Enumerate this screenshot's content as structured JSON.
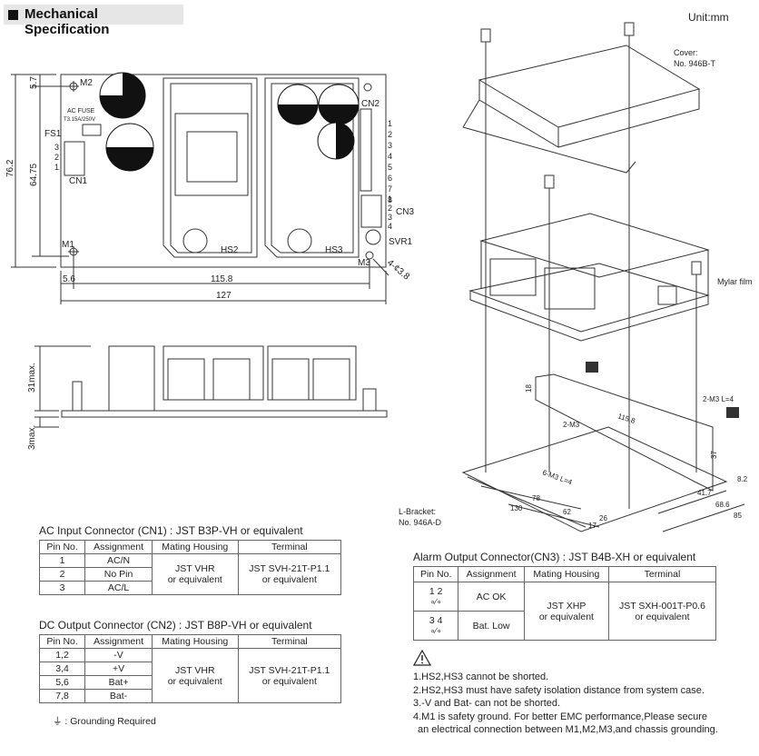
{
  "header": {
    "title": "Mechanical Specification",
    "unit": "Unit:mm"
  },
  "top_view": {
    "dims": {
      "h1": "5.7",
      "h2": "76.2",
      "h3": "64.75",
      "w1": "5.6",
      "w2": "115.8",
      "w3": "127",
      "hole": "4-¢3.8"
    },
    "labels": {
      "m2": "M2",
      "fuse1": "AC FUSE",
      "fuse2": "T3.15A/250V",
      "fs1": "FS1",
      "cn1": "CN1",
      "cn1_pins": [
        "3",
        "2",
        "1"
      ],
      "m1": "M1",
      "hs2": "HS2",
      "hs3": "HS3",
      "cn2": "CN2",
      "cn2_pins": [
        "1",
        "2",
        "3",
        "4",
        "5",
        "6",
        "7",
        "8"
      ],
      "cn3": "CN3",
      "cn3_pins": [
        "1",
        "2",
        "3",
        "4"
      ],
      "svr1": "SVR1",
      "m3": "M3"
    }
  },
  "side_view": {
    "h1": "31max.",
    "h2": "3max."
  },
  "exploded": {
    "cover": "Cover:",
    "cover_no": "No. 946B-T",
    "mylar": "Mylar film",
    "lbracket": "L-Bracket:",
    "lbracket_no": "No. 946A-D",
    "dims": {
      "d18": "18",
      "d115": "115.8",
      "m3a": "2-M3",
      "m3b": "2-M3 L=4",
      "d37": "37",
      "d8_2": "8.2",
      "d41_7": "41.7",
      "d68_6": "68.6",
      "d85": "85",
      "m3c": "6-M3 L=4",
      "d78": "78",
      "d130": "130",
      "d62": "62",
      "d26": "26",
      "d17": "17"
    }
  },
  "cn1": {
    "caption": "AC Input Connector (CN1) : JST B3P-VH or equivalent",
    "headers": [
      "Pin No.",
      "Assignment",
      "Mating Housing",
      "Terminal"
    ],
    "rows": [
      {
        "pin": "1",
        "assign": "AC/N"
      },
      {
        "pin": "2",
        "assign": "No Pin"
      },
      {
        "pin": "3",
        "assign": "AC/L"
      }
    ],
    "housing": [
      "JST VHR",
      "or equivalent"
    ],
    "terminal": [
      "JST SVH-21T-P1.1",
      "or equivalent"
    ]
  },
  "cn2": {
    "caption": "DC Output Connector (CN2) : JST B8P-VH or equivalent",
    "headers": [
      "Pin No.",
      "Assignment",
      "Mating Housing",
      "Terminal"
    ],
    "rows": [
      {
        "pin": "1,2",
        "assign": "-V"
      },
      {
        "pin": "3,4",
        "assign": "+V"
      },
      {
        "pin": "5,6",
        "assign": "Bat+"
      },
      {
        "pin": "7,8",
        "assign": "Bat-"
      }
    ],
    "housing": [
      "JST VHR",
      "or equivalent"
    ],
    "terminal": [
      "JST SVH-21T-P1.1",
      "or equivalent"
    ]
  },
  "cn3": {
    "caption": "Alarm Output Connector(CN3) : JST B4B-XH or equivalent",
    "headers": [
      "Pin No.",
      "Assignment",
      "Mating Housing",
      "Terminal"
    ],
    "rows": [
      {
        "pin": "1  2",
        "assign": "AC OK"
      },
      {
        "pin": "3  4",
        "assign": "Bat. Low"
      }
    ],
    "housing": [
      "JST XHP",
      "or equivalent"
    ],
    "terminal": [
      "JST SXH-001T-P0.6",
      "or equivalent"
    ]
  },
  "ground_note": ": Grounding Required",
  "notes": [
    "1.HS2,HS3 cannot be shorted.",
    "2.HS2,HS3 must have safety isolation distance from system case.",
    "3.-V and Bat- can not be shorted.",
    "4.M1 is safety ground. For better EMC performance,Please secure",
    "  an electrical connection between M1,M2,M3,and chassis grounding."
  ]
}
